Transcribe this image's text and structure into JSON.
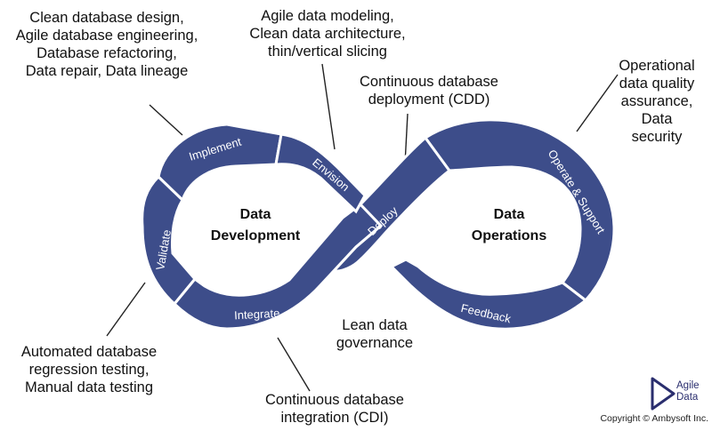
{
  "center_labels": {
    "left": [
      "Data",
      "Development"
    ],
    "right": [
      "Data",
      "Operations"
    ]
  },
  "band_labels": {
    "implement": "Implement",
    "envision": "Envision",
    "validate": "Validate",
    "integrate": "Integrate",
    "deploy": "Deploy",
    "operate_support": "Operate & Support",
    "feedback": "Feedback"
  },
  "annotations": {
    "implement_practices": [
      "Clean database design,",
      "Agile database engineering,",
      "Database refactoring,",
      "Data repair, Data lineage"
    ],
    "envision_practices": [
      "Agile data modeling,",
      "Clean data architecture,",
      "thin/vertical slicing"
    ],
    "deploy_practices": [
      "Continuous database",
      "deployment (CDD)"
    ],
    "operate_practices": [
      "Operational",
      "data quality",
      "assurance,",
      "Data",
      "security"
    ],
    "validate_practices": [
      "Automated database",
      "regression testing,",
      "Manual data testing"
    ],
    "governance": [
      "Lean data",
      "governance"
    ],
    "integrate_practices": [
      "Continuous database",
      "integration (CDI)"
    ]
  },
  "logo": {
    "line1": "Agile",
    "line2": "Data"
  },
  "copyright": "Copyright © Ambysoft Inc.",
  "colors": {
    "band": "#3d4d8a",
    "band_text": "#ffffff",
    "leader": "#222222",
    "logo": "#2a2e6e"
  }
}
